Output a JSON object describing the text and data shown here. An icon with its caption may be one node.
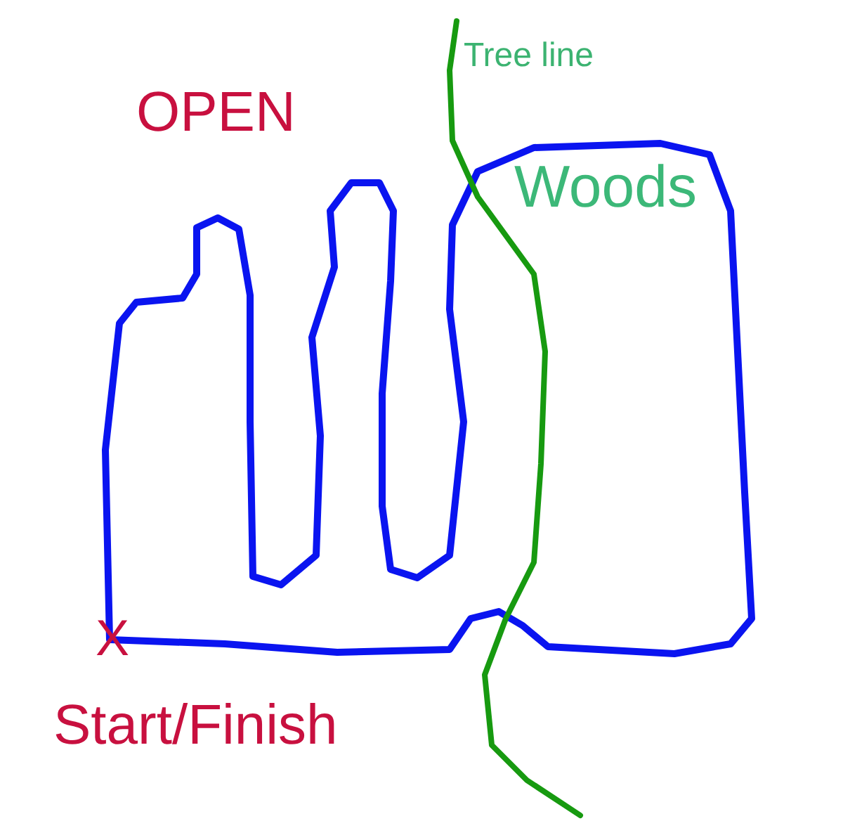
{
  "diagram": {
    "labels": [
      "Tree line",
      "OPEN",
      "Woods",
      "X",
      "Start/Finish"
    ]
  }
}
